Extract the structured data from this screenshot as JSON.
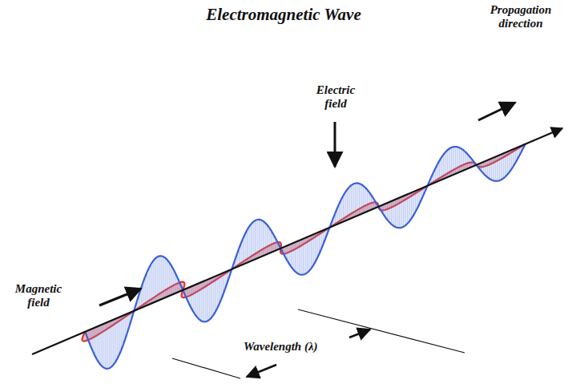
{
  "diagram": {
    "title": "Electromagnetic Wave",
    "labels": [
      "Propagation direction",
      "Electric field",
      "Magnetic field",
      "Wavelength (λ)"
    ]
  }
}
